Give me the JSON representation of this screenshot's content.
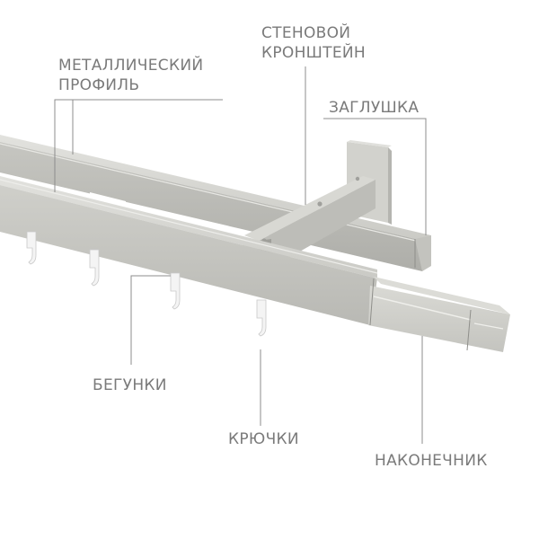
{
  "diagram": {
    "subject": "Double-track profile curtain rod with wall bracket",
    "colors": {
      "background": "#ffffff",
      "label_text": "#7a7a7a",
      "leader_line": "#8c8c8c",
      "metal_light": "#d6d6d1",
      "metal_mid": "#c2c2bd",
      "metal_dark": "#a9a9a4",
      "hook": "#f4f4f4"
    },
    "labels": {
      "metal_profile": {
        "line1": "МЕТАЛЛИЧЕСКИЙ",
        "line2": "ПРОФИЛЬ"
      },
      "wall_bracket": {
        "line1": "СТЕНОВОЙ",
        "line2": "КРОНШТЕЙН"
      },
      "end_plug": {
        "text": "ЗАГЛУШКА"
      },
      "runners": {
        "text": "БЕГУНКИ"
      },
      "hooks": {
        "text": "КРЮЧКИ"
      },
      "end_cap": {
        "text": "НАКОНЕЧНИК"
      }
    }
  }
}
